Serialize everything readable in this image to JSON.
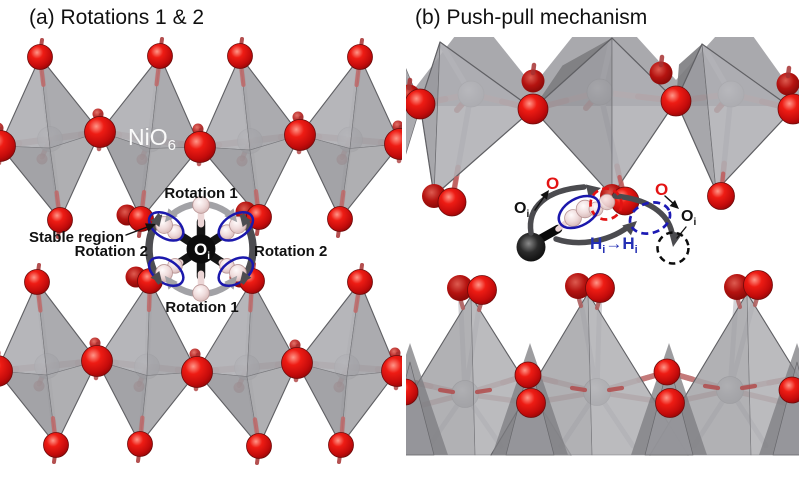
{
  "figure": {
    "background": "#ffffff"
  },
  "colors": {
    "oxygen_red": "#e31313",
    "oxygen_red_dark": "#8a0606",
    "nickel_gray": "#b9b9bd",
    "hydrogen_pink": "#f0dcdc",
    "face_gray_light": "#aeaeb2",
    "face_gray_mid": "#a2a2a6",
    "face_gray_dark": "#99999d",
    "face_gray_back": "#7c7c80",
    "face_edge": "#6e6e72",
    "bond_gray": "#cdcdd1",
    "bond_red": "#c0504e",
    "bond_pink": "#ecd6d6",
    "annotation_blue": "#1b18ac",
    "label_blue": "#2430b4",
    "label_red": "#e31313",
    "rotation1_arrow": "#a2a2a6",
    "rotation2_arrow": "#4d4d51",
    "pushpull_arrow": "#4b4b4f",
    "text_black": "#111111",
    "nio6_label_white": "#f2f2f2"
  },
  "panel_a": {
    "title": "(a) Rotations 1 & 2",
    "octahedron_label": {
      "base": "NiO",
      "sub": "6"
    },
    "rotation1_top": "Rotation 1",
    "rotation1_bottom": "Rotation 1",
    "rotation2_left": "Rotation 2",
    "rotation2_right": "Rotation 2",
    "stable_region": "Stable region",
    "central_atom": {
      "base": "O",
      "sub": "i"
    }
  },
  "panel_b": {
    "title": "(b) Push-pull mechanism",
    "interstitial_oxygen_start": {
      "base": "O",
      "sub": "i"
    },
    "lattice_oxygen_left": "O",
    "lattice_oxygen_right": "O",
    "interstitial_oxygen_end": {
      "base": "O",
      "sub": "i"
    },
    "hydrogen_transfer": {
      "h1": "H",
      "sub1": "i",
      "arrow": "→",
      "h2": "H",
      "sub2": "i"
    }
  }
}
